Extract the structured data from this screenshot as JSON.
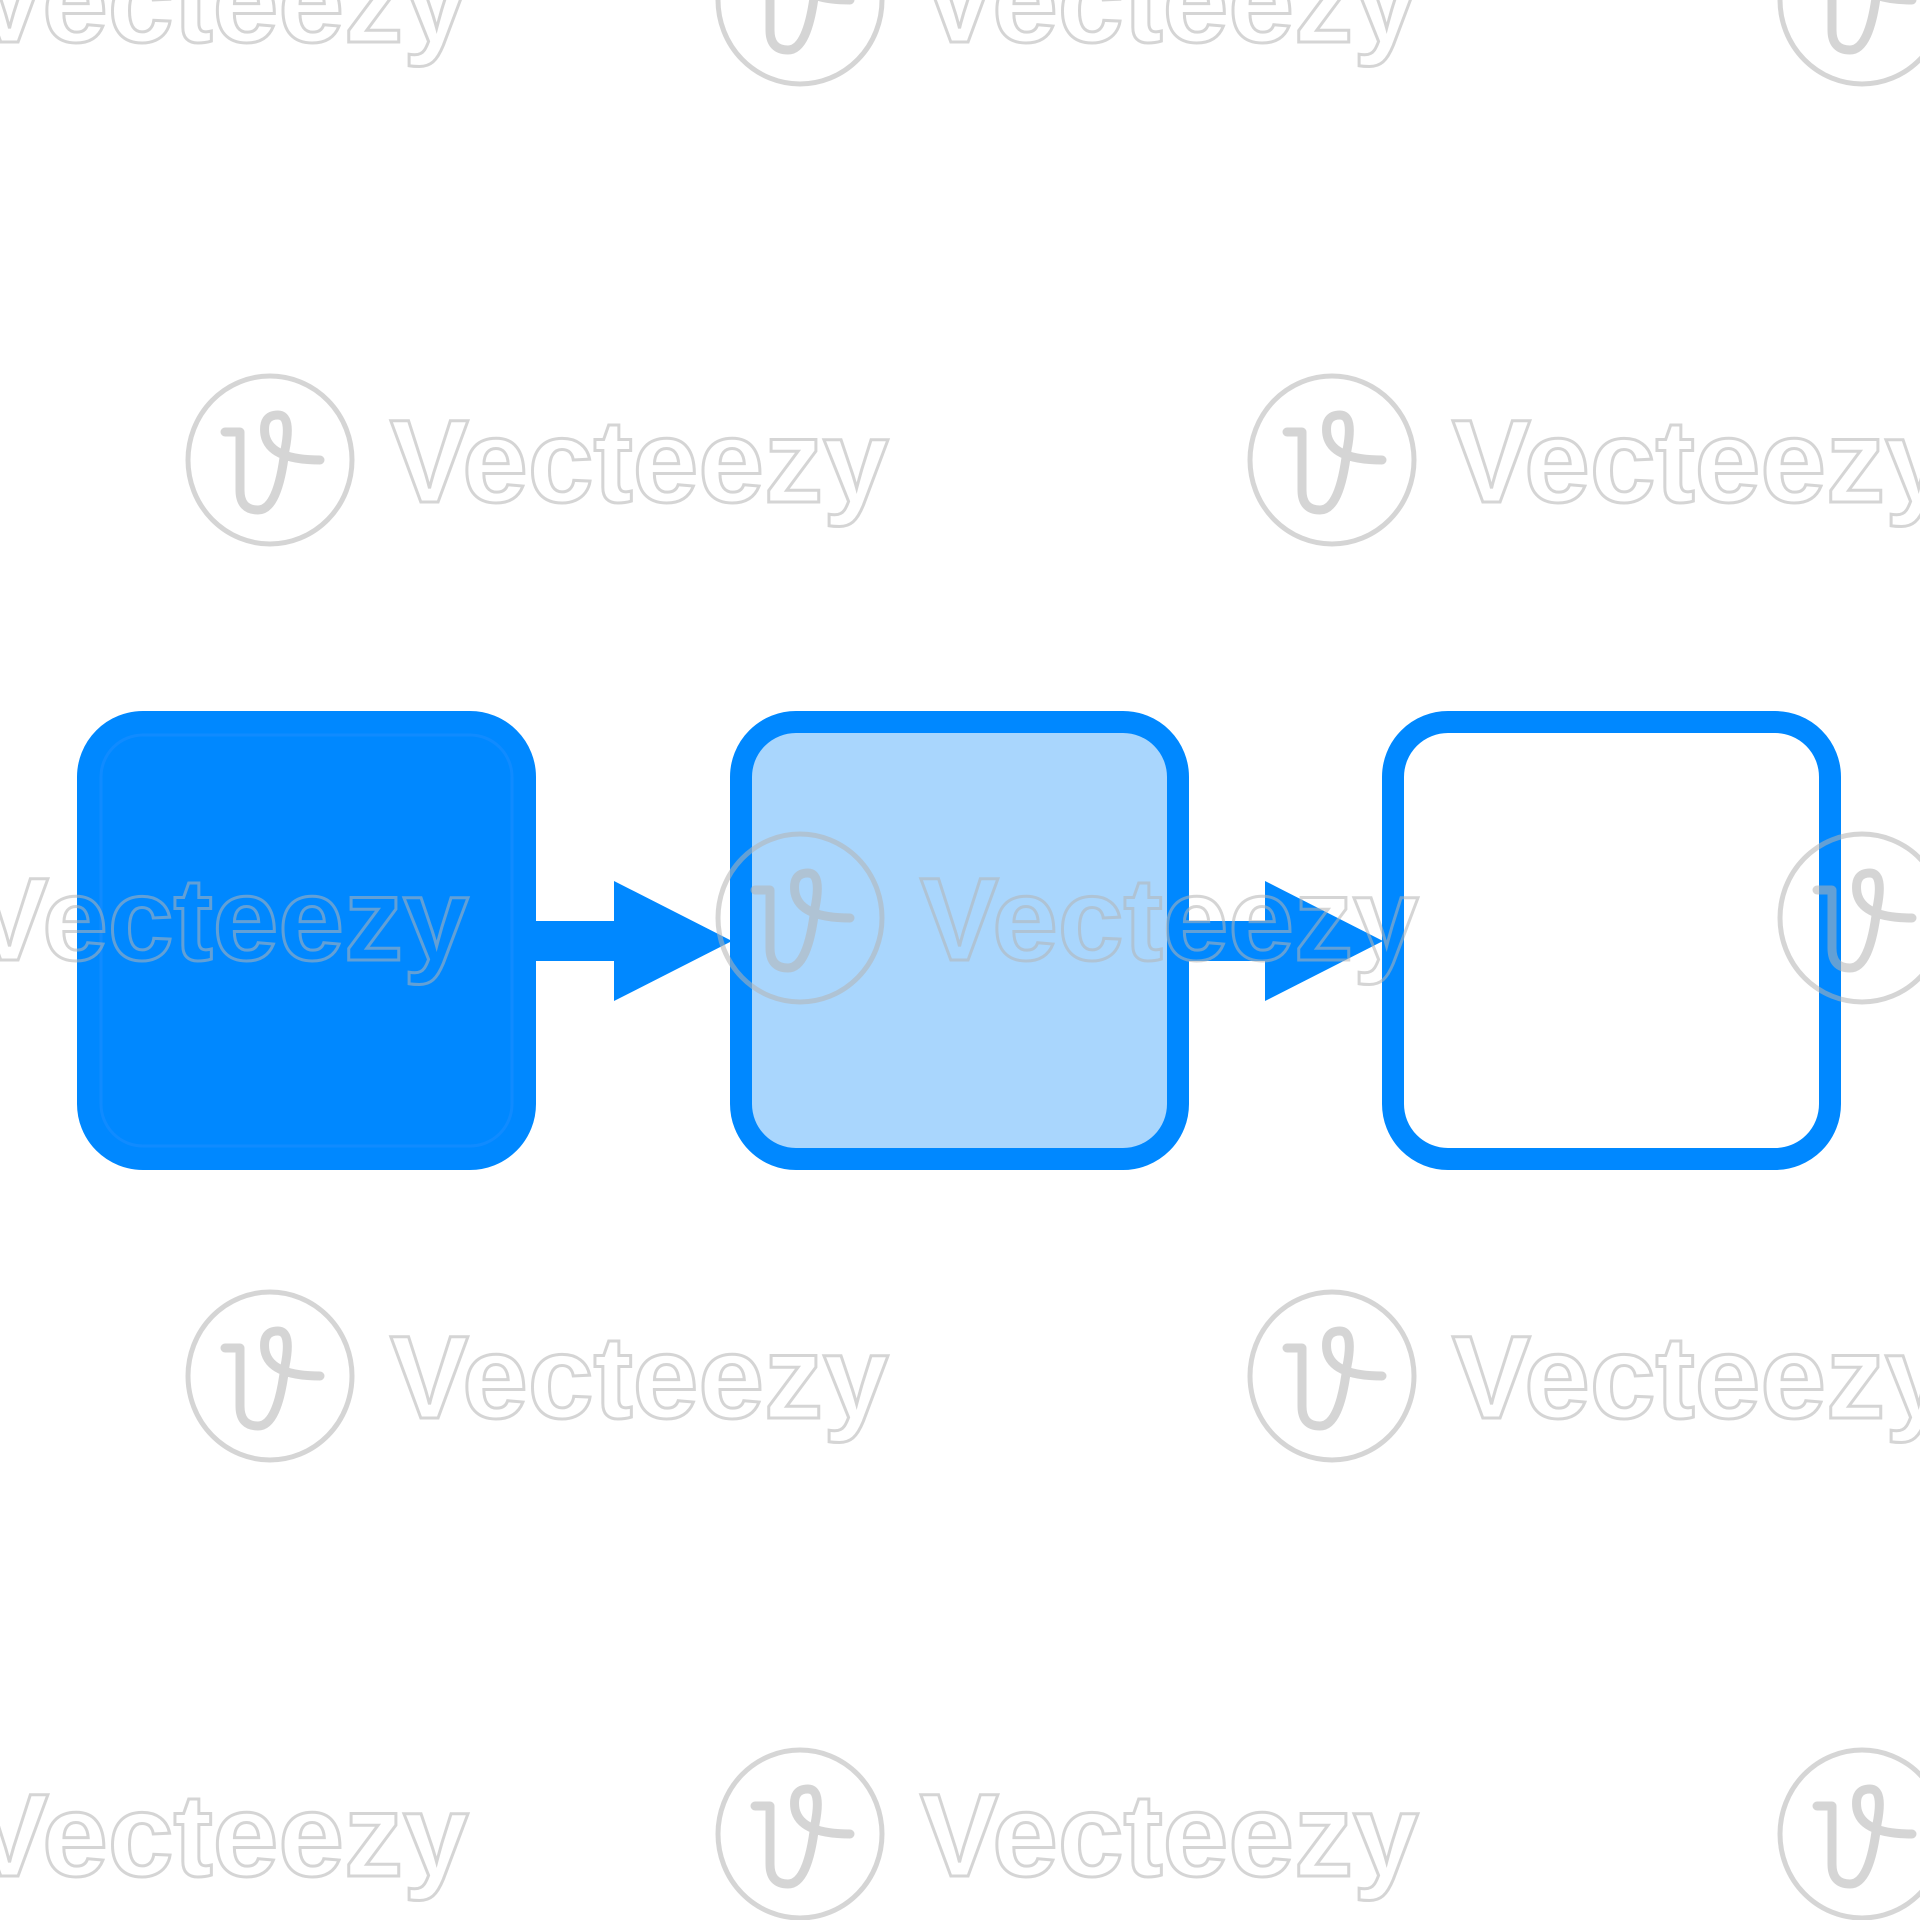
{
  "diagram": {
    "type": "process-flow",
    "steps": [
      {
        "id": "step-1",
        "style": "filled"
      },
      {
        "id": "step-2",
        "style": "tinted"
      },
      {
        "id": "step-3",
        "style": "outline"
      }
    ],
    "connectors": [
      {
        "from": "step-1",
        "to": "step-2"
      },
      {
        "from": "step-2",
        "to": "step-3"
      }
    ]
  },
  "watermark": {
    "text": "Vecteezy",
    "icon": "vecteezy-v-logo-icon"
  },
  "colors": {
    "background": "#ffffff",
    "accent": "#0088ff",
    "tint": "#a9d6fd",
    "empty_fill": "#ffffff",
    "watermark": "#b4b4b4"
  }
}
